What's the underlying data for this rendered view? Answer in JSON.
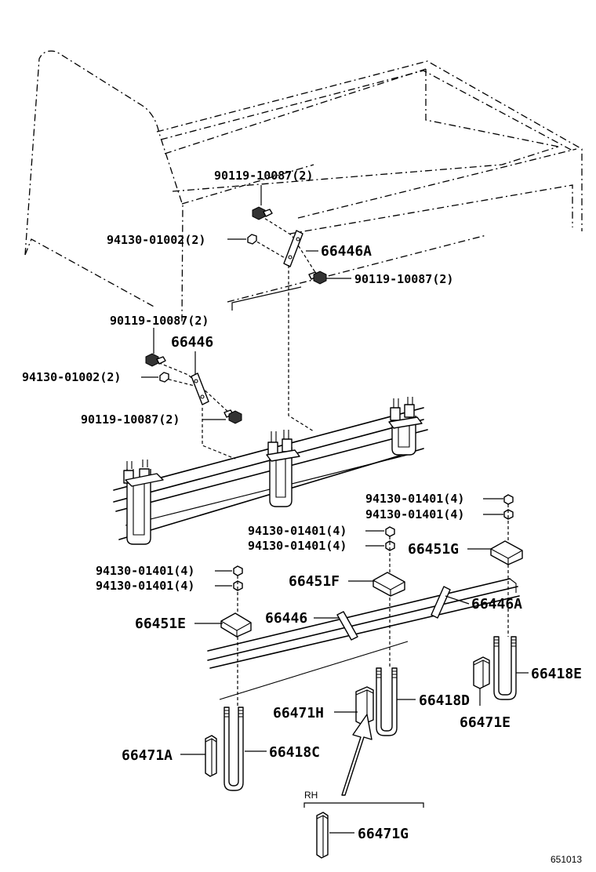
{
  "labels": {
    "bolt_upper_a": "90119-10087(2)",
    "washer_upper": "94130-01002(2)",
    "bracket_upper": "66446A",
    "bolt_upper_b": "90119-10087(2)",
    "bolt_lower_a": "90119-10087(2)",
    "bracket_lower": "66446",
    "washer_lower": "94130-01002(2)",
    "bolt_lower_b": "90119-10087(2)",
    "nut_r1": "94130-01401(4)",
    "nut_r2": "94130-01401(4)",
    "nut_c1": "94130-01401(4)",
    "nut_c2": "94130-01401(4)",
    "nut_l1": "94130-01401(4)",
    "nut_l2": "94130-01401(4)",
    "seat_g": "66451G",
    "seat_f": "66451F",
    "seat_e": "66451E",
    "bracket_mid": "66446",
    "bracket_mid_a": "66446A",
    "ubolt_e": "66418E",
    "spacer_e": "66471E",
    "ubolt_d": "66418D",
    "spacer_h": "66471H",
    "spacer_a": "66471A",
    "ubolt_c": "66418C",
    "rh": "RH",
    "spacer_g": "66471G",
    "figure_id": "651013"
  }
}
